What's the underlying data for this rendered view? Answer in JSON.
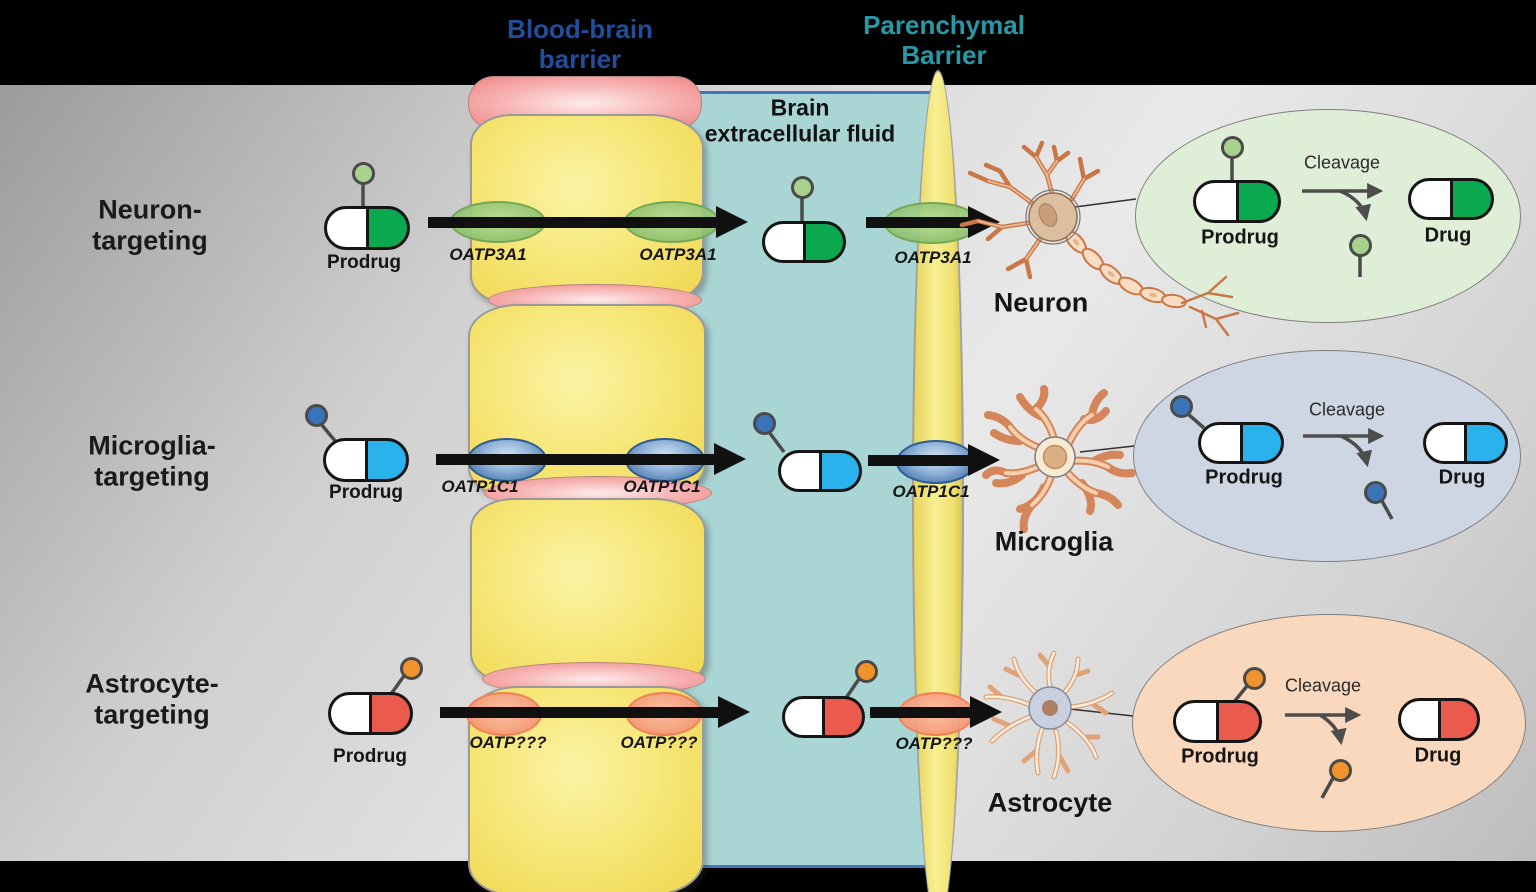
{
  "titles": {
    "blood_brain_barrier": [
      "Blood-brain",
      "barrier"
    ],
    "parenchymal_barrier": [
      "Parenchymal",
      "Barrier"
    ],
    "brain_fluid": [
      "Brain",
      "extracellular fluid"
    ]
  },
  "rows": [
    {
      "target": [
        "Neuron-",
        "targeting"
      ],
      "transporter": "OATP3A1",
      "cell": "Neuron",
      "prodrug_label": "Prodrug",
      "drug_label": "Drug",
      "cleavage_label": "Cleavage",
      "drug_color": "#0aa84f",
      "ligand_color": "#a9d18e",
      "panel_color": "#dfeed6"
    },
    {
      "target": [
        "Microglia-",
        "targeting"
      ],
      "transporter": "OATP1C1",
      "cell": "Microglia",
      "prodrug_label": "Prodrug",
      "drug_label": "Drug",
      "cleavage_label": "Cleavage",
      "drug_color": "#29b2ec",
      "ligand_color": "#3b73b9",
      "panel_color": "#ced5e3"
    },
    {
      "target": [
        "Astrocyte-",
        "targeting"
      ],
      "transporter": "OATP???",
      "cell": "Astrocyte",
      "prodrug_label": "Prodrug",
      "drug_label": "Drug",
      "cleavage_label": "Cleavage",
      "drug_color": "#ea5b4e",
      "ligand_color": "#f0932d",
      "panel_color": "#f9d8bd"
    }
  ],
  "palette": {
    "background": "#000000",
    "title_blue": "#1f4e9b",
    "title_teal": "#2798a6",
    "fluid_teal": "#a9d5d4",
    "fluid_border_blue": "#4576b9",
    "bbb_cell_yellow": "#f0d64e",
    "tight_junction_pink": "#ef8585",
    "parenchymal_strip_yellow": "#f7ef92"
  }
}
